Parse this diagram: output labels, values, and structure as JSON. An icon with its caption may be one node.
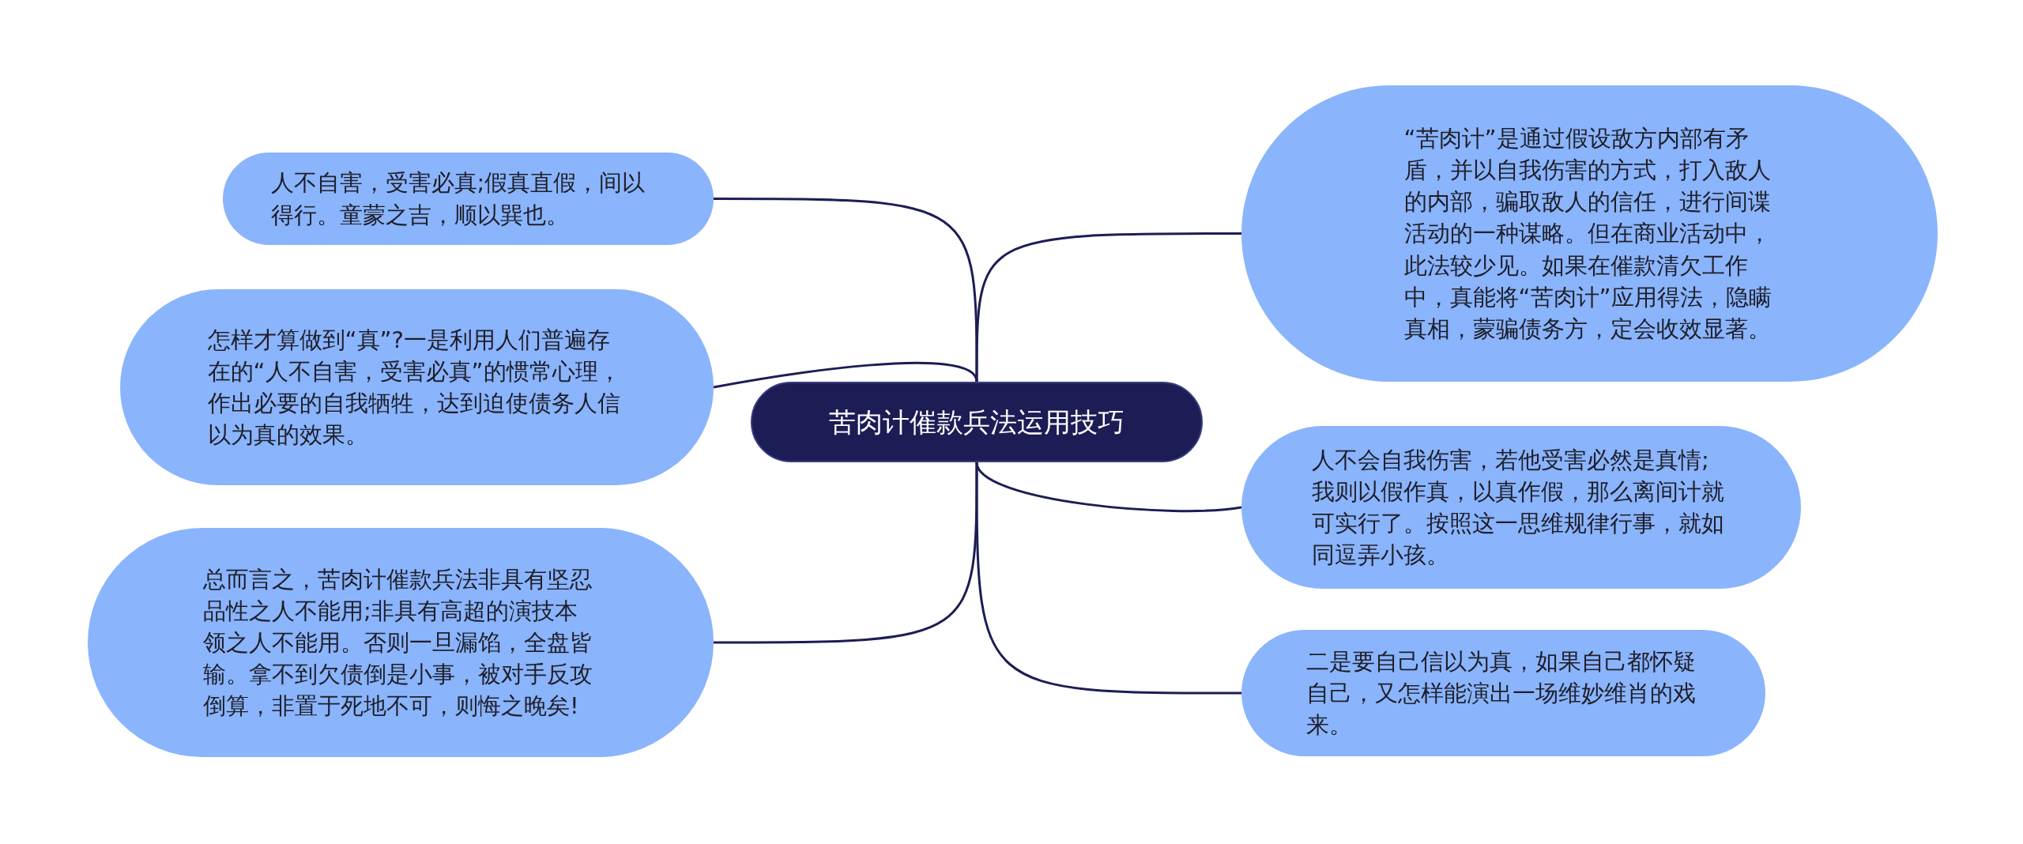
{
  "diagram": {
    "nodes": [
      {
        "text": [
          "苦肉计催款兵法运用技巧"
        ]
      },
      {
        "text": [
          "人不自害，受害必真;假真直假，间以得行。童蒙之吉，顺以巽也。"
        ]
      },
      {
        "text": [
          "怎样才算做到“真”?一是利用人们普遍存在的“人不自害，受害必真”的惯常心理，作出必要的自我牺牲，达到迫使债务人信以为真的效果。"
        ]
      },
      {
        "text": [
          "总而言之，苦肉计催款兵法非具有坚忍品性之人不能用;非具有高超的演技本领之人不能用。否则一旦漏馅，全盘皆输。拿不到欠债倒是小事，被对手反攻倒算，非置于死地不可，则悔之晚矣!"
        ]
      },
      {
        "text": [
          "“苦肉计”是通过假设敌方内部有矛盾，并以自我伤害的方式，打入敌人的内部，骗取敌人的信任，进行间谍活动的一种谋略。但在商业活动中，此法较少见。如果在催款清欠工作中，真能将“苦肉计”应用得法，隐瞒真相，蒙骗债务方，定会收效显著。"
        ]
      },
      {
        "text": [
          "人不会自我伤害，若他受害必然是真情;我则以假作真，以真作假，那么离间计就可实行了。按照这一思维规律行事，就如同逗弄小孩。"
        ]
      },
      {
        "text": [
          "二是要自己信以为真，如果自己都怀疑自己，又怎样能演出一场维妙维肖的戏来。"
        ]
      }
    ],
    "edges": [
      {
        "from": 0,
        "to": 1,
        "arrow": "none"
      },
      {
        "from": 0,
        "to": 2,
        "arrow": "none"
      },
      {
        "from": 0,
        "to": 3,
        "arrow": "none"
      },
      {
        "from": 0,
        "to": 4,
        "arrow": "none"
      },
      {
        "from": 0,
        "to": 5,
        "arrow": "none"
      },
      {
        "from": 0,
        "to": 6,
        "arrow": "none"
      }
    ]
  }
}
